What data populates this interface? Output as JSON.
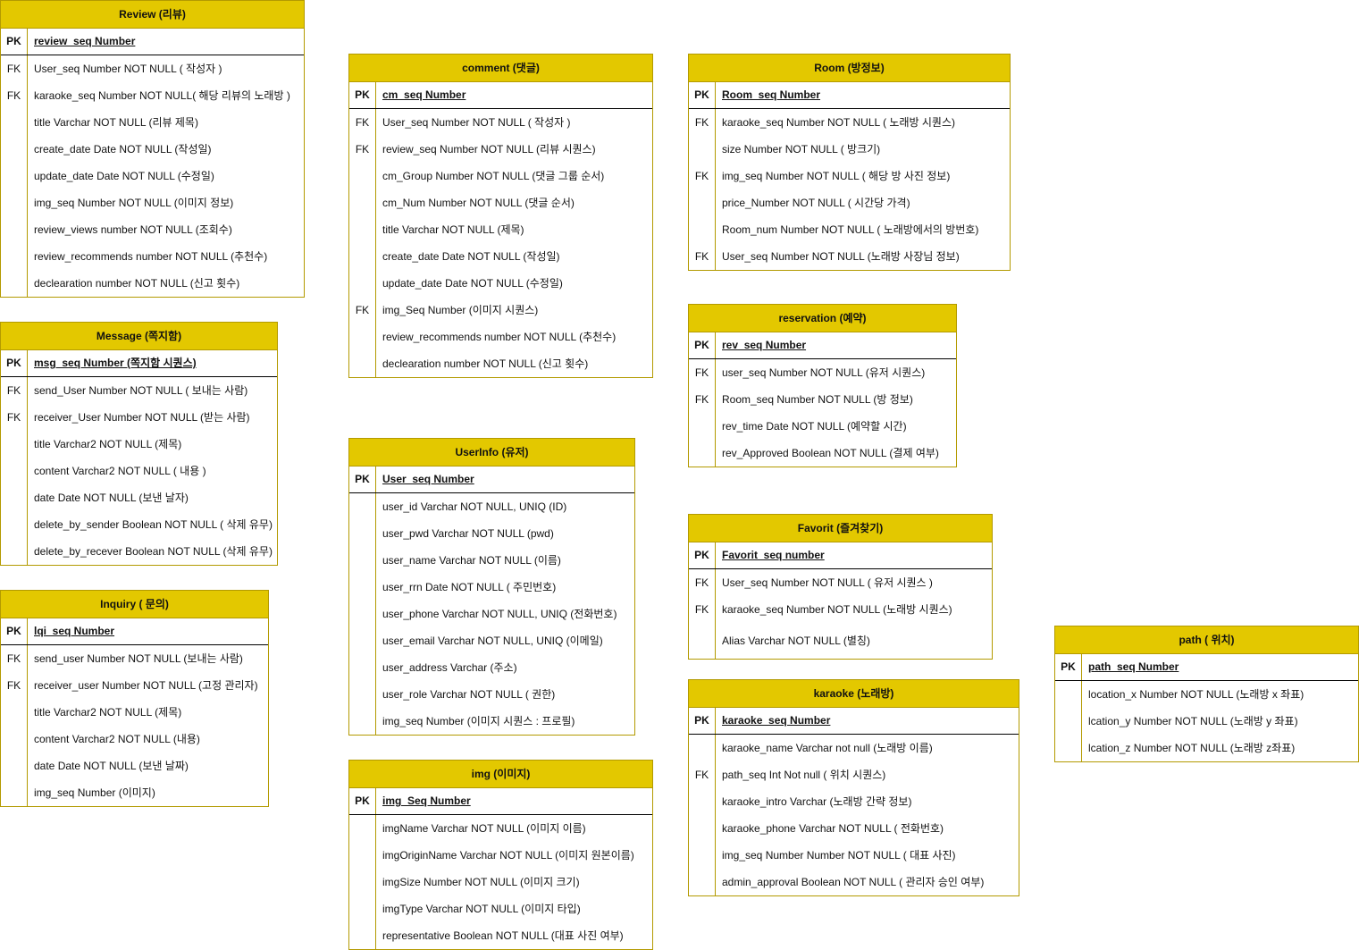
{
  "tables": {
    "review": {
      "title": "Review (리뷰)",
      "pk": {
        "key": "PK",
        "field": "review_seq Number"
      },
      "rows": [
        {
          "key": "FK",
          "field": "User_seq Number NOT NULL ( 작성자 )"
        },
        {
          "key": "FK",
          "field": "karaoke_seq Number NOT NULL( 해당 리뷰의 노래방 )"
        },
        {
          "key": "",
          "field": "title Varchar NOT NULL (리뷰 제목)"
        },
        {
          "key": "",
          "field": "create_date Date NOT NULL (작성일)"
        },
        {
          "key": "",
          "field": "update_date Date NOT NULL (수정일)"
        },
        {
          "key": "",
          "field": "img_seq Number NOT NULL (이미지 정보)"
        },
        {
          "key": "",
          "field": "review_views number NOT NULL (조회수)"
        },
        {
          "key": "",
          "field": "review_recommends number NOT NULL (추천수)"
        },
        {
          "key": "",
          "field": "declearation number NOT NULL (신고 횟수)"
        }
      ]
    },
    "message": {
      "title": "Message (쪽지함)",
      "pk": {
        "key": "PK",
        "field": "msg_seq Number (쪽지함 시퀀스)"
      },
      "rows": [
        {
          "key": "FK",
          "field": "send_User Number NOT NULL  ( 보내는 사람)"
        },
        {
          "key": "FK",
          "field": "receiver_User Number NOT NULL (받는 사람)"
        },
        {
          "key": "",
          "field": "title Varchar2 NOT NULL (제목)"
        },
        {
          "key": "",
          "field": "content Varchar2 NOT NULL ( 내용 )"
        },
        {
          "key": "",
          "field": "date Date NOT NULL (보낸 날자)"
        },
        {
          "key": "",
          "field": "delete_by_sender Boolean NOT NULL ( 삭제 유무)"
        },
        {
          "key": "",
          "field": "delete_by_recever Boolean NOT NULL (삭제 유무)"
        }
      ]
    },
    "inquiry": {
      "title": "Inquiry ( 문의)",
      "pk": {
        "key": "PK",
        "field": "lqi_seq Number"
      },
      "rows": [
        {
          "key": "FK",
          "field": "send_user Number NOT NULL (보내는 사람)"
        },
        {
          "key": "FK",
          "field": "receiver_user Number NOT NULL (고정 관리자)"
        },
        {
          "key": "",
          "field": "title Varchar2 NOT NULL (제목)"
        },
        {
          "key": "",
          "field": "content Varchar2 NOT NULL (내용)"
        },
        {
          "key": "",
          "field": "date Date NOT NULL (보낸 날짜)"
        },
        {
          "key": "",
          "field": "img_seq Number  (이미지)"
        }
      ]
    },
    "comment": {
      "title": "comment (댓글)",
      "pk": {
        "key": "PK",
        "field": "cm_seq Number"
      },
      "rows": [
        {
          "key": "FK",
          "field": "User_seq Number NOT NULL ( 작성자 )"
        },
        {
          "key": "FK",
          "field": "review_seq Number NOT NULL (리뷰 시퀀스)"
        },
        {
          "key": "",
          "field": "cm_Group Number NOT NULL (댓글 그룹 순서)"
        },
        {
          "key": "",
          "field": "cm_Num Number NOT NULL (댓글 순서)"
        },
        {
          "key": "",
          "field": "title Varchar NOT NULL (제목)"
        },
        {
          "key": "",
          "field": "create_date Date NOT NULL (작성일)"
        },
        {
          "key": "",
          "field": "update_date Date NOT NULL (수정일)"
        },
        {
          "key": "FK",
          "field": "img_Seq Number (이미지 시퀀스)"
        },
        {
          "key": "",
          "field": "review_recommends number NOT NULL (추천수)"
        },
        {
          "key": "",
          "field": "declearation number NOT NULL (신고 횟수)"
        }
      ]
    },
    "userinfo": {
      "title": "UserInfo (유저)",
      "pk": {
        "key": "PK",
        "field": "User_seq Number"
      },
      "rows": [
        {
          "key": "",
          "field": "user_id Varchar NOT NULL, UNIQ (ID)"
        },
        {
          "key": "",
          "field": "user_pwd Varchar NOT NULL (pwd)"
        },
        {
          "key": "",
          "field": "user_name Varchar NOT NULL (이름)"
        },
        {
          "key": "",
          "field": "user_rrn Date NOT NULL ( 주민번호)"
        },
        {
          "key": "",
          "field": "user_phone Varchar NOT NULL, UNIQ (전화번호)"
        },
        {
          "key": "",
          "field": "user_email Varchar NOT NULL, UNIQ (이메일)"
        },
        {
          "key": "",
          "field": "user_address Varchar  (주소)"
        },
        {
          "key": "",
          "field": "user_role Varchar NOT NULL ( 권한)"
        },
        {
          "key": "",
          "field": "img_seq Number  (이미지 시퀀스 : 프로필)"
        }
      ]
    },
    "img": {
      "title": "img (이미지)",
      "pk": {
        "key": "PK",
        "field": "img_Seq Number"
      },
      "rows": [
        {
          "key": "",
          "field": "imgName Varchar NOT NULL (이미지 이름)"
        },
        {
          "key": "",
          "field": "imgOriginName Varchar NOT NULL (이미지 원본이름)"
        },
        {
          "key": "",
          "field": "imgSize Number NOT NULL (이미지 크기)"
        },
        {
          "key": "",
          "field": "imgType Varchar NOT NULL (이미지 타입)"
        },
        {
          "key": "",
          "field": "representative Boolean NOT NULL (대표 사진 여부)"
        }
      ]
    },
    "room": {
      "title": "Room (방정보)",
      "pk": {
        "key": "PK",
        "field": "Room_seq Number"
      },
      "rows": [
        {
          "key": "FK",
          "field": "karaoke_seq Number NOT NULL ( 노래방 시퀀스)"
        },
        {
          "key": "",
          "field": "size Number NOT NULL ( 방크기)"
        },
        {
          "key": "FK",
          "field": "img_seq Number NOT NULL ( 해당 방 사진 정보)"
        },
        {
          "key": "",
          "field": "price_Number NOT NULL ( 시간당 가격)"
        },
        {
          "key": "",
          "field": "Room_num Number NOT NULL ( 노래방에서의 방번호)"
        },
        {
          "key": "FK",
          "field": "User_seq Number NOT NULL  (노래방 사장님 정보)"
        }
      ]
    },
    "reservation": {
      "title": "reservation (예약)",
      "pk": {
        "key": "PK",
        "field": "rev_seq Number"
      },
      "rows": [
        {
          "key": "FK",
          "field": "user_seq Number NOT NULL (유저 시퀀스)"
        },
        {
          "key": "FK",
          "field": "Room_seq Number NOT NULL (방 정보)"
        },
        {
          "key": "",
          "field": "rev_time Date NOT NULL (예약할 시간)"
        },
        {
          "key": "",
          "field": "rev_Approved Boolean NOT NULL (결제 여부)"
        }
      ]
    },
    "favorit": {
      "title": "Favorit (즐겨찾기)",
      "pk": {
        "key": "PK",
        "field": "Favorit_seq number"
      },
      "rows": [
        {
          "key": "FK",
          "field": "User_seq Number NOT NULL ( 유저 시퀀스 )"
        },
        {
          "key": "FK",
          "field": "karaoke_seq Number NOT NULL (노래방 시퀀스)"
        },
        {
          "key": "",
          "field": "Alias Varchar NOT NULL (별칭)"
        }
      ]
    },
    "karaoke": {
      "title": "karaoke (노래방)",
      "pk": {
        "key": "PK",
        "field": "karaoke_seq Number"
      },
      "rows": [
        {
          "key": "",
          "field": "karaoke_name Varchar not null (노래방 이름)"
        },
        {
          "key": "FK",
          "field": "path_seq Int Not null ( 위치 시퀀스)"
        },
        {
          "key": "",
          "field": "karaoke_intro Varchar (노래방 간략 정보)"
        },
        {
          "key": "",
          "field": "karaoke_phone Varchar NOT NULL ( 전화번호)"
        },
        {
          "key": "",
          "field": "img_seq Number Number NOT NULL ( 대표 사진)"
        },
        {
          "key": "",
          "field": "admin_approval Boolean NOT NULL ( 관리자 승인 여부)"
        }
      ]
    },
    "path": {
      "title": "path ( 위치)",
      "pk": {
        "key": "PK",
        "field": "path_seq Number"
      },
      "rows": [
        {
          "key": "",
          "field": "location_x Number NOT NULL (노래방 x 좌표)"
        },
        {
          "key": "",
          "field": "lcation_y Number NOT NULL (노래방 y 좌표)"
        },
        {
          "key": "",
          "field": "lcation_z Number NOT NULL (노래방 z좌표)"
        }
      ]
    }
  },
  "colors": {
    "header_fill": "#e3c800",
    "border": "#b39a00"
  }
}
